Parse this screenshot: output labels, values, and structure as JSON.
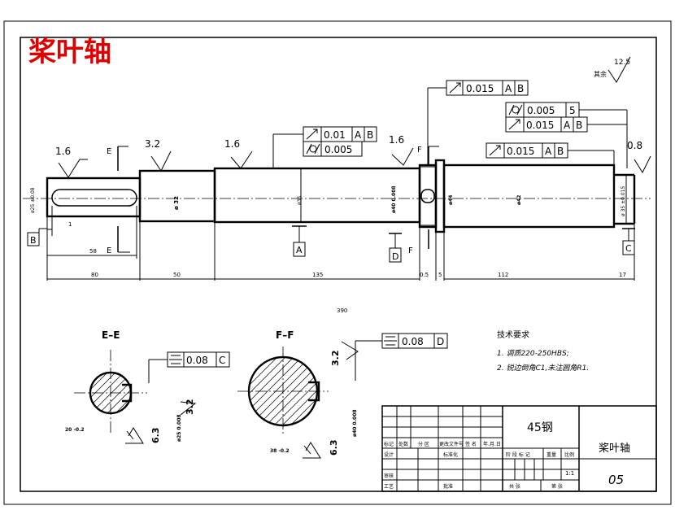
{
  "title": "桨叶轴",
  "roughness": {
    "top_right_value": "12.5",
    "top_right_label": "其余",
    "r1": "1.6",
    "r2": "3.2",
    "r3": "1.6",
    "r4": "1.6",
    "r5": "0.8",
    "section_e_a": "3.2",
    "section_e_b": "6.3",
    "section_f_a": "3.2",
    "section_f_b": "6.3"
  },
  "tolerance_frames": [
    {
      "id": "runout_top",
      "symbol": "↗",
      "value": "0.015",
      "refs": [
        "A",
        "B"
      ]
    },
    {
      "id": "cyl_0005_5",
      "symbol": "⌭",
      "value": "0.005",
      "refs": [
        "5"
      ]
    },
    {
      "id": "runout_2",
      "symbol": "↗",
      "value": "0.015",
      "refs": [
        "A",
        "B"
      ]
    },
    {
      "id": "runout_3",
      "symbol": "↗",
      "value": "0.015",
      "refs": [
        "A",
        "B"
      ]
    },
    {
      "id": "runout_001",
      "symbol": "↗",
      "value": "0.01",
      "refs": [
        "A",
        "B"
      ]
    },
    {
      "id": "cyl_0005",
      "symbol": "⌭",
      "value": "0.005",
      "refs": []
    },
    {
      "id": "sym_e",
      "symbol": "⌯",
      "value": "0.08",
      "refs": [
        "C"
      ]
    },
    {
      "id": "sym_f",
      "symbol": "⌯",
      "value": "0.08",
      "refs": [
        "D"
      ]
    }
  ],
  "datums": {
    "A": "A",
    "B": "B",
    "C": "C",
    "D": "D"
  },
  "section_labels": {
    "E_top": "E",
    "E_bottom": "E",
    "F_top": "F",
    "F_bottom": "F",
    "EE": "E–E",
    "FF": "F–F"
  },
  "dims": {
    "d1": "1",
    "d58": "58",
    "d80": "80",
    "d50": "50",
    "d135": "135",
    "d05": "0.5",
    "d5": "5",
    "d112": "112",
    "d17": "17",
    "d390": "390",
    "dia_left": "ø25 ±0.08",
    "dia_32": "ø 32",
    "dia_35": "ø35",
    "dia_40a": "ø40 0.008",
    "dia_44": "ø44",
    "dia_42": "ø42",
    "dia_35r": "ø 35 ±0.015",
    "e_key": "20 -0.2",
    "e_dia": "ø25 0.008",
    "f_key": "38 -0.2",
    "f_dia": "ø40 0.008"
  },
  "notes": {
    "heading": "技术要求",
    "line1": "1. 调质220-250HBS;",
    "line2": "2. 锐边倒角C1,未注圆角R1."
  },
  "titleblock": {
    "material": "45钢",
    "part_name": "桨叶轴",
    "drawing_no": "05",
    "scale": "1:1",
    "h_mark": "标记",
    "h_count": "处数",
    "h_zone": "分 区",
    "h_doc": "更改文件号",
    "h_sign": "签 名",
    "h_date": "年.月.日",
    "design": "设计",
    "std": "标准化",
    "stage": "阶 段 标 记",
    "weight": "重量",
    "ratio": "比例",
    "review": "审核",
    "process": "工艺",
    "approve": "批准",
    "total": "共 张",
    "sheet": "第 张"
  }
}
